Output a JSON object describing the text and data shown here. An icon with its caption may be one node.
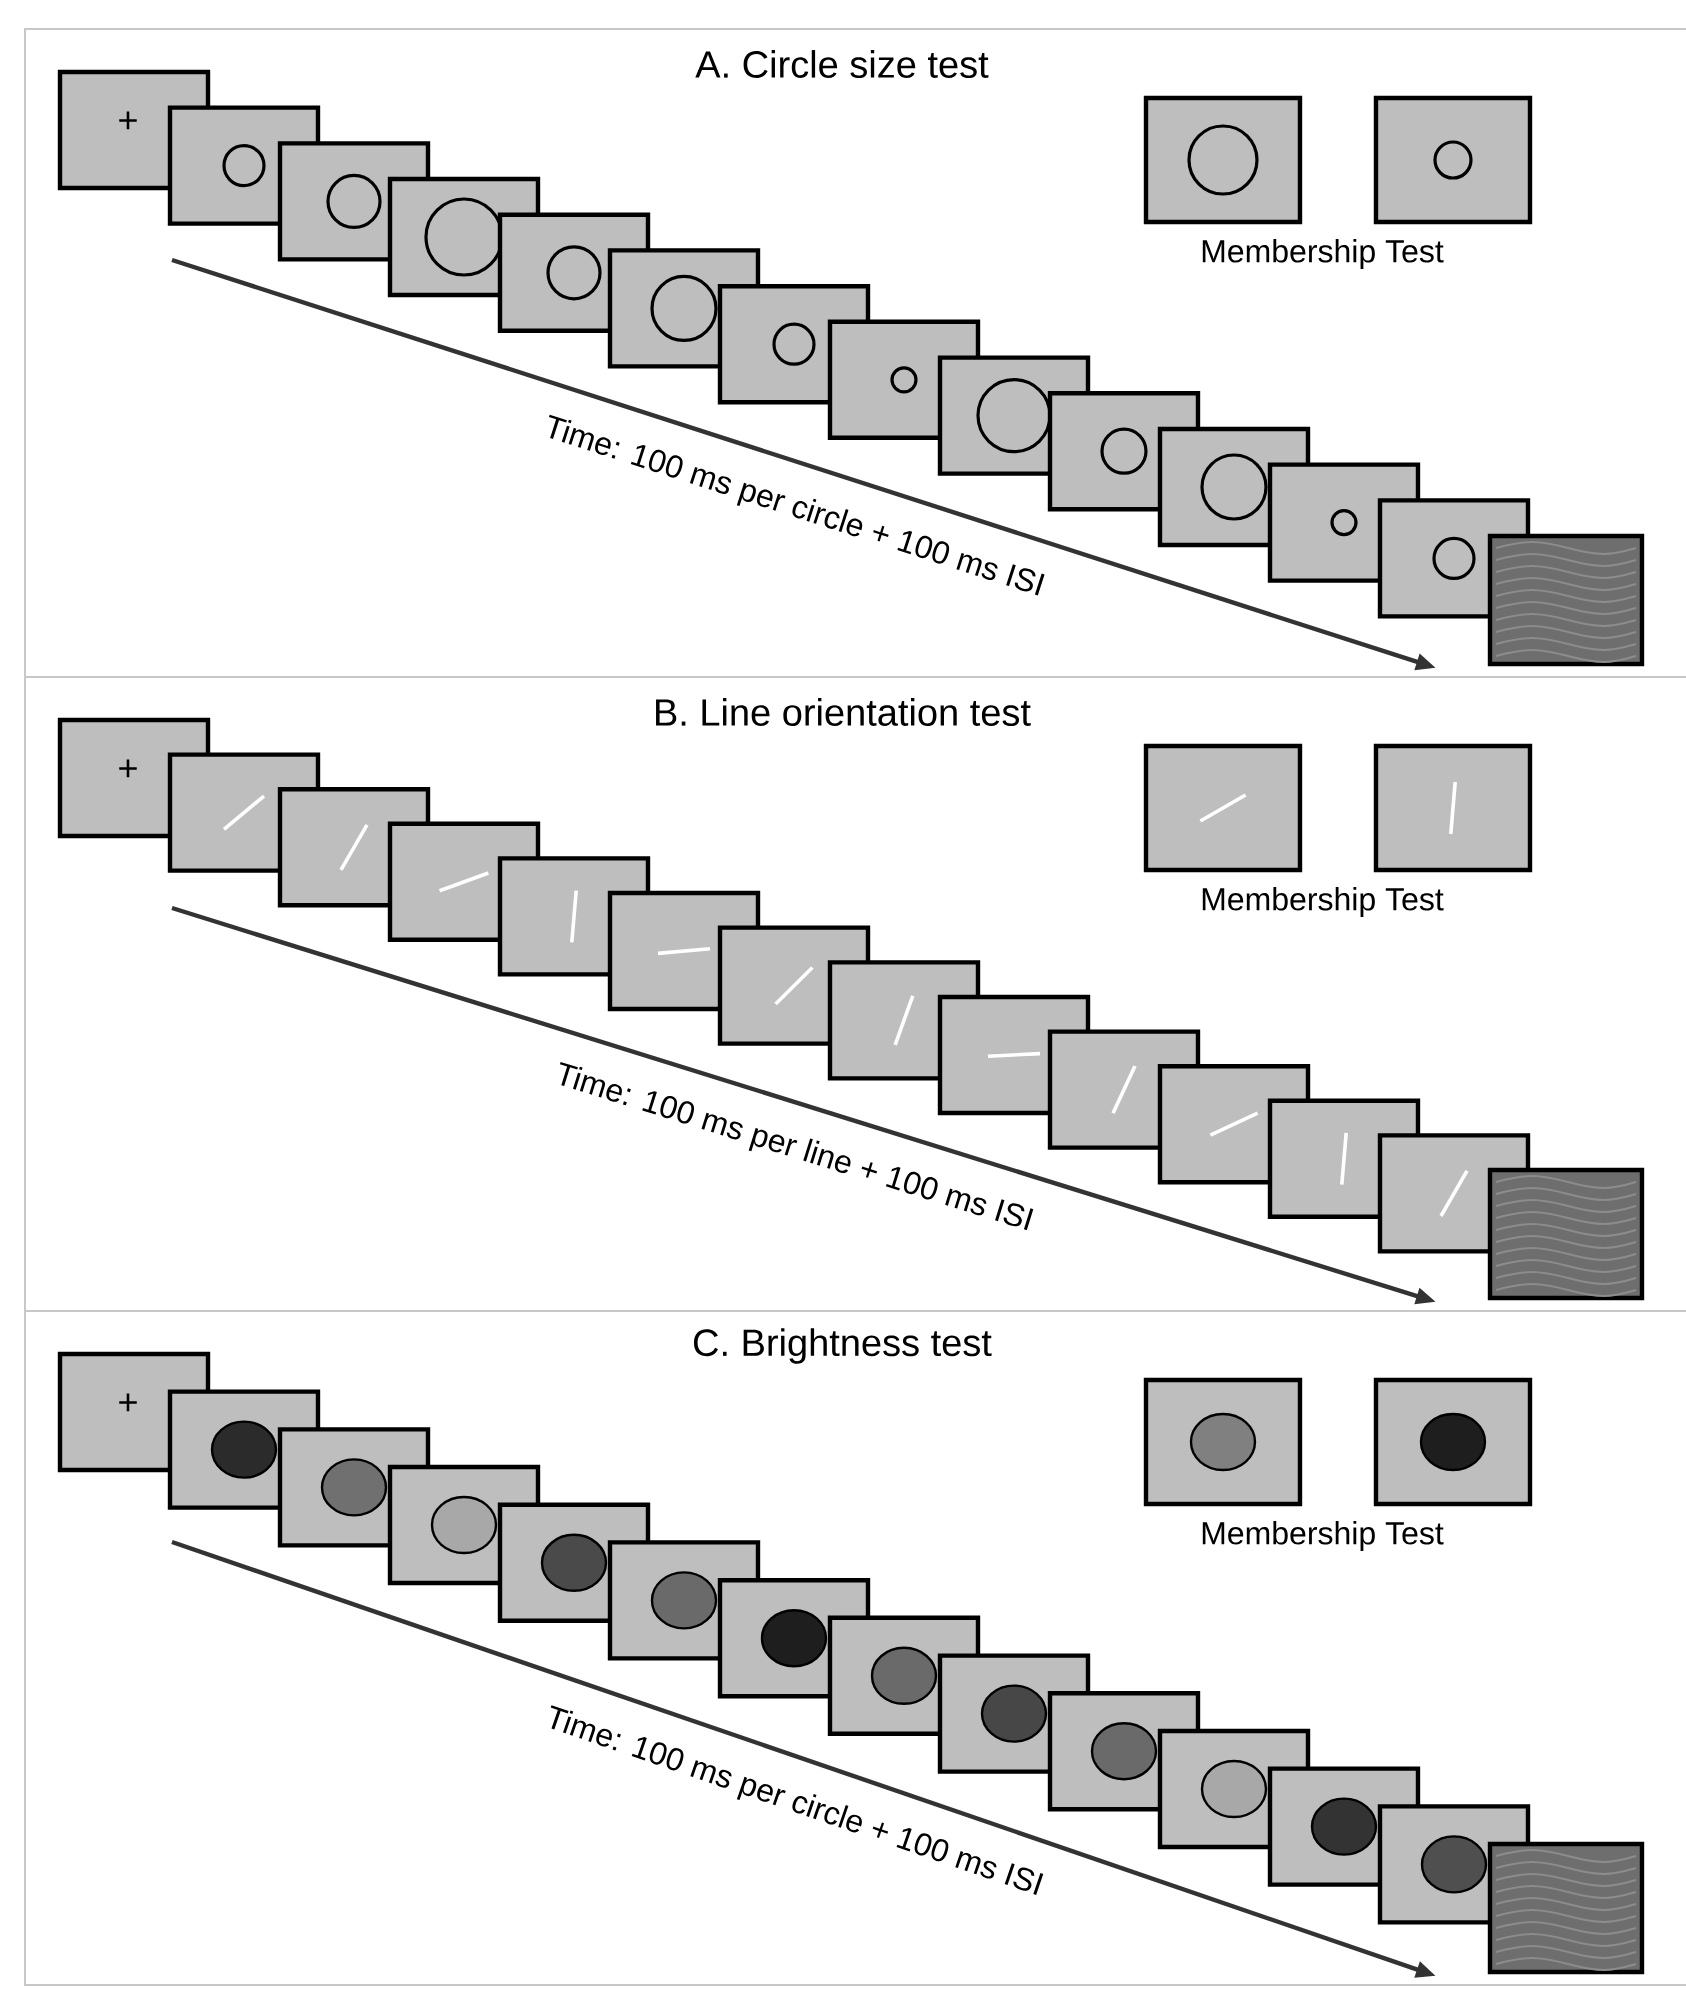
{
  "diagram": {
    "nodes": [
      {
        "text": [
          "A. Circle size test",
          "+",
          "Membership Test",
          "Time: 100 ms per circle + 100 ms ISI"
        ]
      },
      {
        "text": [
          "B. Line orientation test",
          "+",
          "Membership Test",
          "Time: 100 ms per line + 100 ms ISI"
        ]
      },
      {
        "text": [
          "C. Brightness test",
          "+",
          "Membership Test",
          "Time: 100 ms per circle + 100 ms ISI"
        ]
      }
    ]
  }
}
